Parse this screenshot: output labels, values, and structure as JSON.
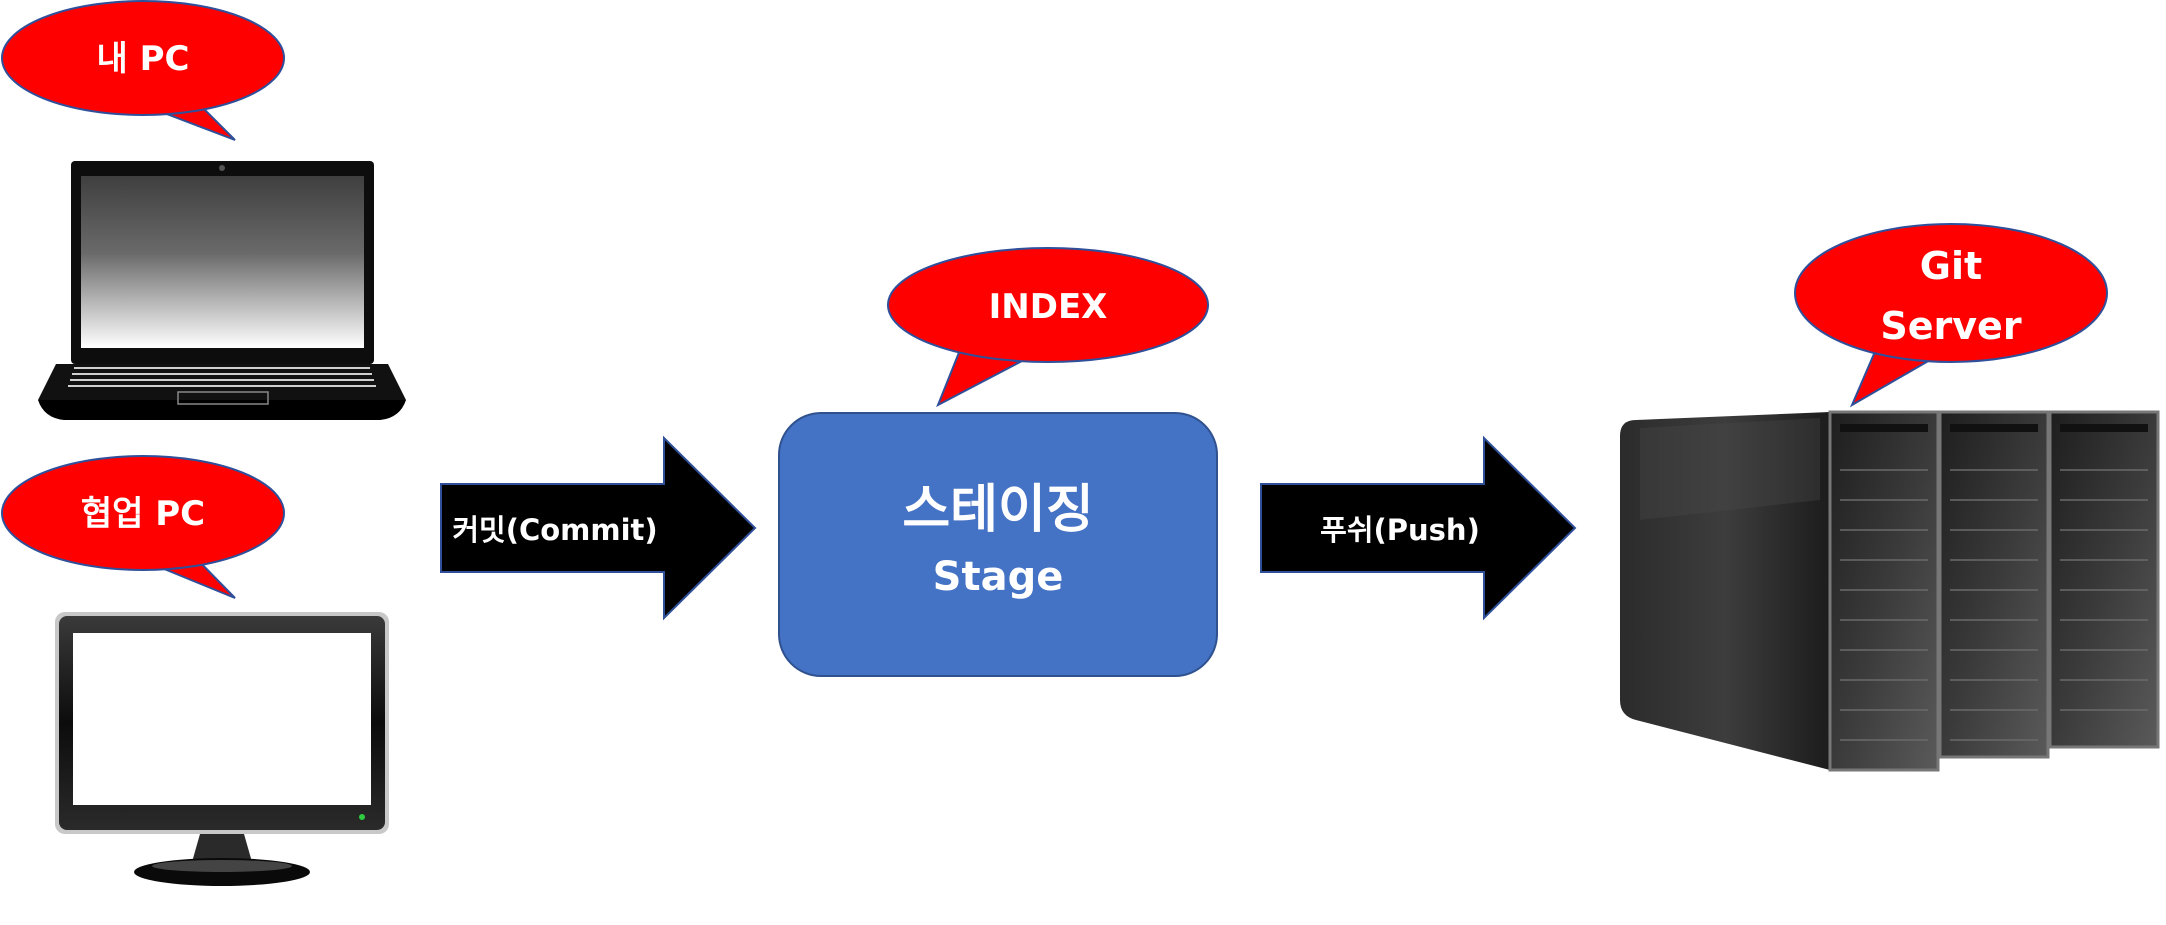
{
  "bubbles": {
    "my_pc": "내 PC",
    "collab_pc": "협업 PC",
    "index": "INDEX",
    "git_server_line1": "Git",
    "git_server_line2": "Server"
  },
  "arrows": {
    "commit": "커밋(Commit)",
    "push": "푸쉬(Push)"
  },
  "stage": {
    "korean": "스테이징",
    "english": "Stage"
  },
  "icons": {
    "laptop": "laptop-icon",
    "monitor": "monitor-icon",
    "server": "server-icon"
  },
  "colors": {
    "bubble": "#ff0000",
    "bubble_border": "#2f4f9a",
    "stage": "#4472c4",
    "arrow": "#000000"
  }
}
